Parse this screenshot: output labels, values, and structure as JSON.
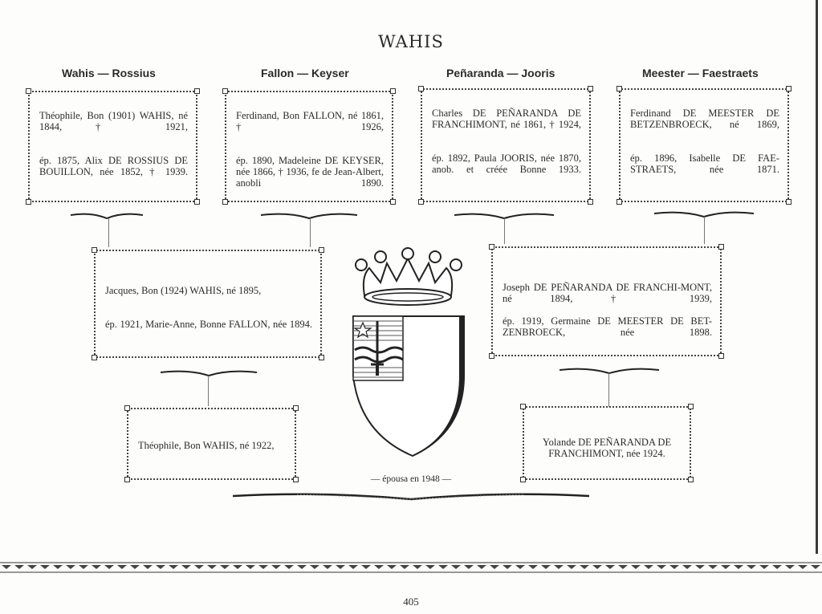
{
  "page": {
    "title": "WAHIS",
    "page_number": "405",
    "caption": "— épousa en 1948 —"
  },
  "headers": [
    "Wahis — Rossius",
    "Fallon — Keyser",
    "Peñaranda — Jooris",
    "Meester — Faestraets"
  ],
  "boxes": {
    "wahis_rossius": {
      "line1": "Théophile, Bon (1901) WAHIS, né 1844, † 1921,",
      "line2": "ép. 1875, Alix DE ROSSIUS DE BOUILLON, née 1852, † 1939."
    },
    "fallon_keyser": {
      "line1": "Ferdinand, Bon FALLON, né 1861, † 1926,",
      "line2": "ép. 1890, Madeleine DE KEYSER, née 1866, † 1936, fe de Jean-Albert, anobli 1890."
    },
    "penaranda_jooris": {
      "line1": "Charles DE PEÑARANDA DE FRANCHIMONT, né 1861, † 1924,",
      "line2": "ép. 1892, Paula JOORIS, née 1870, anob. et créée Bonne 1933."
    },
    "meester_faestraets": {
      "line1": "Ferdinand DE MEESTER DE BETZENBROECK, né 1869,",
      "line2": "ép. 1896, Isabelle DE FAE-STRAETS, née 1871."
    },
    "jacques_wahis": {
      "line1": "Jacques, Bon (1924) WAHIS, né 1895,",
      "line2": "ép. 1921, Marie-Anne, Bonne FALLON, née 1894."
    },
    "joseph_penaranda": {
      "line1": "Joseph DE PEÑARANDA DE FRANCHI-MONT, né 1894, † 1939,",
      "line2": "ép. 1919, Germaine DE MEESTER DE BET-ZENBROECK, née 1898."
    },
    "theophile_wahis": {
      "line1": "Théophile, Bon WAHIS, né 1922,"
    },
    "yolande_penaranda": {
      "line1": "Yolande DE PEÑARANDA DE FRANCHIMONT, née 1924."
    }
  },
  "coat_of_arms": {
    "crown": "coronet-icon",
    "shield": "shield-icon",
    "charges": [
      "star-icon",
      "sword-icon",
      "wavy-bars"
    ]
  },
  "colors": {
    "ink": "#2a2a2a",
    "paper": "#fdfdfb"
  }
}
